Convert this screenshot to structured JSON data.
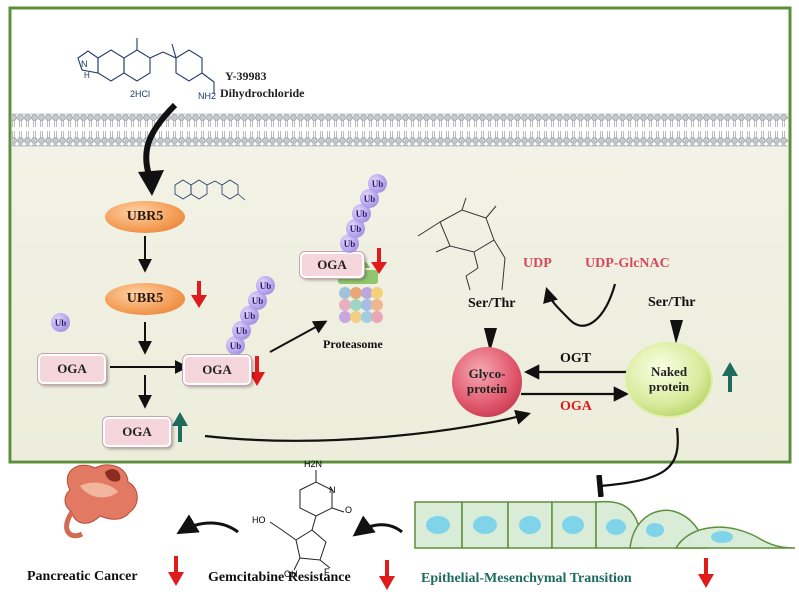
{
  "compound": {
    "name": "Y-39983",
    "salt": "Dihydrochloride",
    "hcl_label": "2HCl",
    "nh2_label": "NH2",
    "nh_label": "N",
    "h_label": "H"
  },
  "pathway": {
    "ubr5_top": "UBR5",
    "ubr5_lower": "UBR5",
    "free_ub": "Ub",
    "oga_left": "OGA",
    "oga_ubiquitinated": "OGA",
    "oga_bottom": "OGA",
    "oga_proteasome": "OGA",
    "ub_label": "Ub",
    "proteasome": "Proteasome"
  },
  "glyco": {
    "udp": "UDP",
    "udp_glcnac": "UDP-GlcNAC",
    "ser_thr_left": "Ser/Thr",
    "ser_thr_right": "Ser/Thr",
    "glycoprotein": "Glyco-\nprotein",
    "naked_protein": "Naked\nprotein",
    "ogt": "OGT",
    "oga": "OGA"
  },
  "outcomes": {
    "pancreatic_cancer": "Pancreatic Cancer",
    "gemcitabine": "Gemcitabine Resistance",
    "emt": "Epithelial-Mesenchymal Transition",
    "gem_labels": {
      "nh2": "H2N",
      "o": "O",
      "n": "N",
      "ho": "HO",
      "f": "F",
      "oh": "OH"
    }
  },
  "colors": {
    "cytoplasm": "#eeeee0",
    "cell_border": "#5e8f3a",
    "down_arrow": "#e01b1b",
    "up_arrow": "#1f6b5e",
    "udp_text": "#d9475b",
    "emt_text": "#1f6b5e"
  }
}
